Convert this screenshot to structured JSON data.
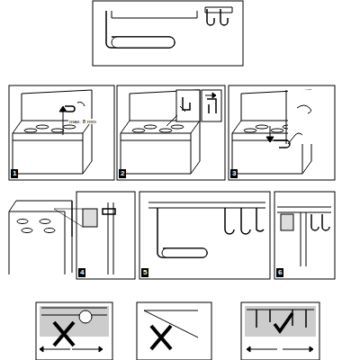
{
  "diagram": {
    "labels": [
      "max. 8 mm",
      "1",
      "2",
      "3",
      "4",
      "5",
      "6"
    ]
  }
}
